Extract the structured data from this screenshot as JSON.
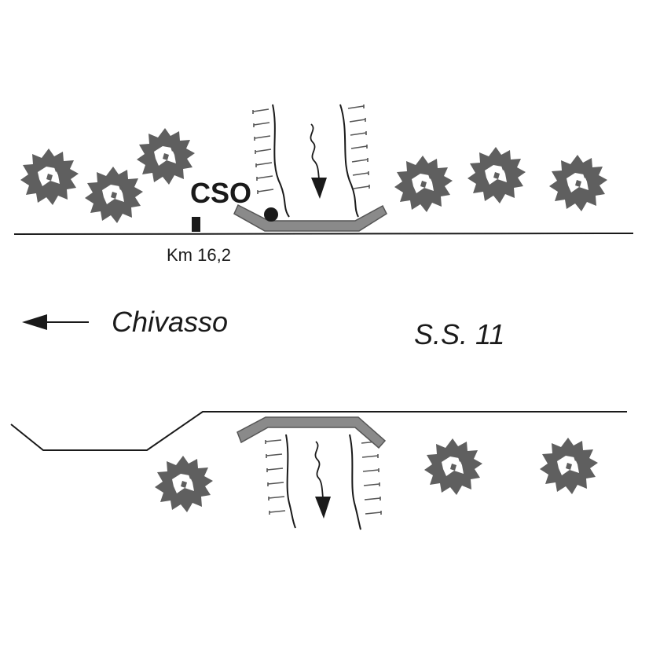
{
  "labels": {
    "station_code": "CSO",
    "km_marker": "Km 16,2",
    "direction": "Chivasso",
    "road": "S.S. 11"
  },
  "colors": {
    "ink": "#1a1a1a",
    "shrub": "#5f5f5f",
    "bridge_fill": "#8a8a8a",
    "bridge_stroke": "#555555"
  },
  "icons": {
    "shrub": "shrub-icon",
    "flow_arrow": "flow-arrow-icon",
    "direction_arrow": "arrow-left-icon",
    "station_point": "station-dot-icon",
    "km_post": "km-post-icon"
  }
}
